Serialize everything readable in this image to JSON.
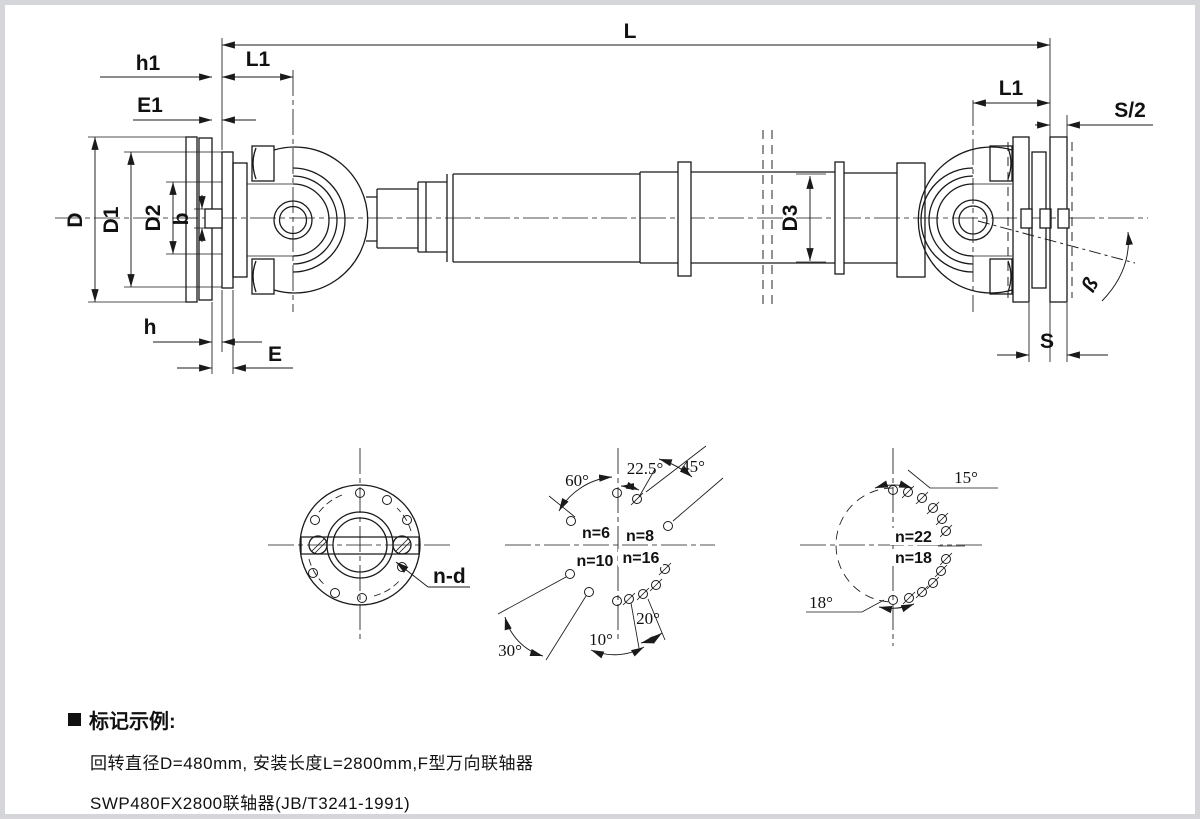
{
  "labels": {
    "L": "L",
    "h1": "h1",
    "L1a": "L1",
    "E1": "E1",
    "D": "D",
    "D1": "D1",
    "D2": "D2",
    "b": "b",
    "h": "h",
    "E": "E",
    "L1b": "L1",
    "S2": "S/2",
    "S": "S",
    "D3": "D3",
    "beta": "ß",
    "nd": "n-d",
    "a60": "60°",
    "a225": "22.5°",
    "a45": "45°",
    "a30": "30°",
    "a10": "10°",
    "a20": "20°",
    "n6": "n=6",
    "n8": "n=8",
    "n10": "n=10",
    "n16": "n=16",
    "a15": "15°",
    "a18": "18°",
    "n22": "n=22",
    "n18": "n=18"
  },
  "note": {
    "marker_title": "标记示例:",
    "line1": "回转直径D=480mm, 安装长度L=2800mm,F型万向联轴器",
    "line2": "SWP480FX2800联轴器(JB/T3241-1991)"
  },
  "colors": {
    "line": "#1a1a1a",
    "frame": "#d5d6d9",
    "background": "#ffffff"
  }
}
